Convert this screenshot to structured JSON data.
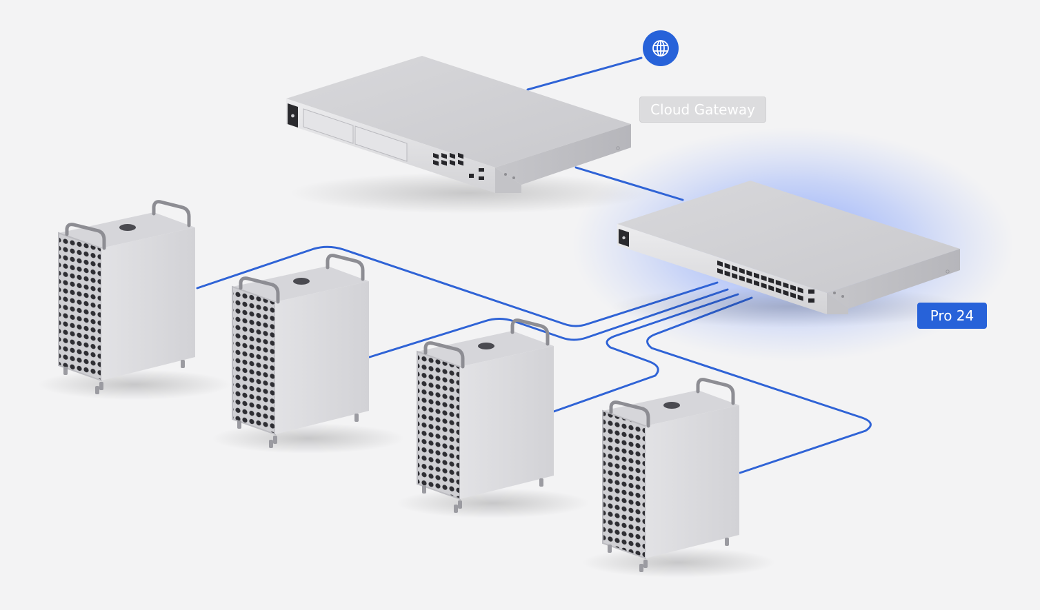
{
  "labels": {
    "gateway": "Cloud Gateway",
    "switch": "Pro 24"
  },
  "icons": {
    "internet": "globe-icon"
  },
  "colors": {
    "background": "#f3f3f4",
    "cable": "#2f63d6",
    "accent": "#2762d9",
    "glow": "#3b6cff",
    "chassis": "#dcdcdf",
    "gateway_badge_bg": "#dcdcde"
  },
  "nodes": [
    {
      "id": "internet",
      "kind": "internet"
    },
    {
      "id": "gateway",
      "kind": "cloud-gateway"
    },
    {
      "id": "switch",
      "kind": "switch-24-port"
    },
    {
      "id": "workstation-1",
      "kind": "workstation"
    },
    {
      "id": "workstation-2",
      "kind": "workstation"
    },
    {
      "id": "workstation-3",
      "kind": "workstation"
    },
    {
      "id": "workstation-4",
      "kind": "workstation"
    }
  ],
  "links": [
    {
      "from": "internet",
      "to": "gateway"
    },
    {
      "from": "gateway",
      "to": "switch"
    },
    {
      "from": "switch",
      "to": "workstation-1"
    },
    {
      "from": "switch",
      "to": "workstation-2"
    },
    {
      "from": "switch",
      "to": "workstation-3"
    },
    {
      "from": "switch",
      "to": "workstation-4"
    }
  ]
}
